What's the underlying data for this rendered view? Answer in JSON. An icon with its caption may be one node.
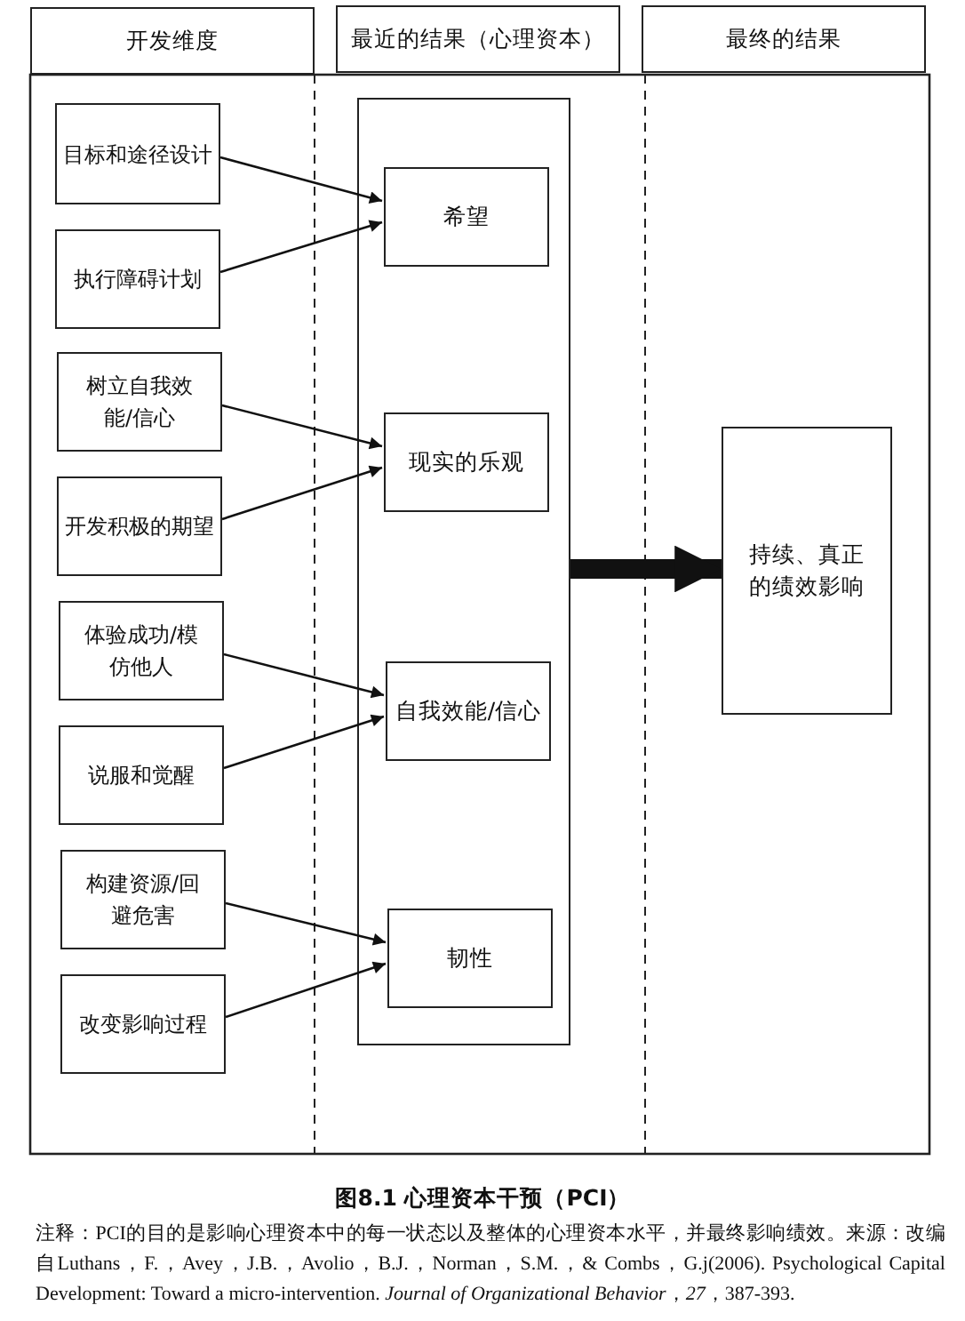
{
  "diagram": {
    "title": "图8.1 心理资本干预（PCI）",
    "caption": "注释：PCI的目的是影响心理资本中的每一状态以及整体的心理资本水平，并最终影响绩效。来源：改编自Luthans，F.，Avey，J.B.，Avolio，B.J.，Norman，S.M.，& Combs，G.j(2006). Psychological Capital Development: Toward a micro-intervention. *Journal of Organizational Behavior*，*27*，387-393.",
    "nodes": [
      {
        "text": [
          "开发维度"
        ]
      },
      {
        "text": [
          "最近的结果（心理资本）"
        ]
      },
      {
        "text": [
          "最终的结果"
        ]
      },
      {
        "text": [],
        "shape": "box"
      },
      {
        "text": [
          "希望"
        ],
        "in": 3
      },
      {
        "text": [
          "现实的乐观"
        ],
        "in": 3
      },
      {
        "text": [
          "自我效能/信心"
        ],
        "in": 3
      },
      {
        "text": [
          "韧性"
        ],
        "in": 3
      },
      {
        "text": [
          "目标和途径设计"
        ]
      },
      {
        "text": [
          "执行障碍计划"
        ]
      },
      {
        "text": [
          "树立自我效能/信心"
        ]
      },
      {
        "text": [
          "开发积极的期望"
        ]
      },
      {
        "text": [
          "体验成功/模仿他人"
        ]
      },
      {
        "text": [
          "说服和觉醒"
        ]
      },
      {
        "text": [
          "构建资源/回避危害"
        ]
      },
      {
        "text": [
          "改变影响过程"
        ]
      },
      {
        "text": [
          "持续、真正的绩效影响"
        ]
      }
    ],
    "edges": [
      {
        "from": 8,
        "to": 4,
        "arrow": "to"
      },
      {
        "from": 9,
        "to": 4,
        "arrow": "to"
      },
      {
        "from": 10,
        "to": 5,
        "arrow": "to"
      },
      {
        "from": 11,
        "to": 5,
        "arrow": "to"
      },
      {
        "from": 12,
        "to": 6,
        "arrow": "to"
      },
      {
        "from": 13,
        "to": 6,
        "arrow": "to"
      },
      {
        "from": 14,
        "to": 7,
        "arrow": "to"
      },
      {
        "from": 15,
        "to": 7,
        "arrow": "to"
      },
      {
        "from": 3,
        "to": 16,
        "arrow": "to",
        "style": "thick"
      }
    ]
  }
}
